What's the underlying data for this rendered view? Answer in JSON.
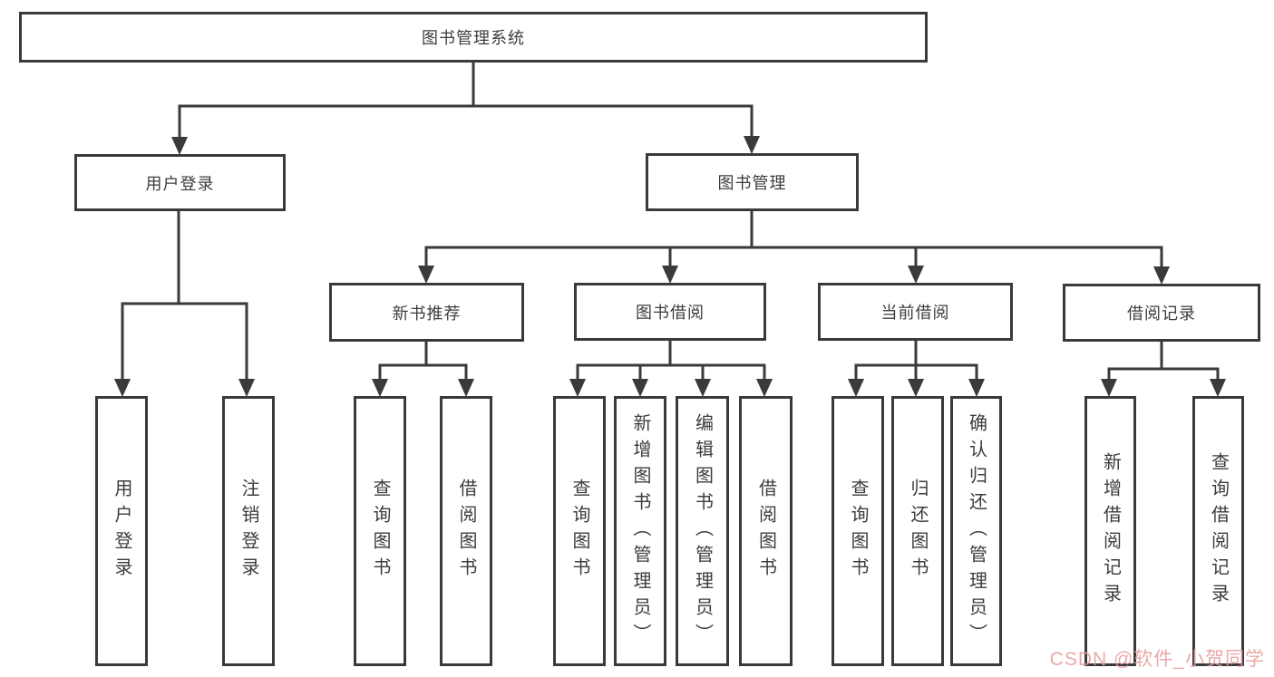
{
  "tree": {
    "label": "图书管理系统",
    "children": [
      {
        "label": "用户登录",
        "children": [
          {
            "label": "用户登录"
          },
          {
            "label": "注销登录"
          }
        ]
      },
      {
        "label": "图书管理",
        "children": [
          {
            "label": "新书推荐",
            "children": [
              {
                "label": "查询图书"
              },
              {
                "label": "借阅图书"
              }
            ]
          },
          {
            "label": "图书借阅",
            "children": [
              {
                "label": "查询图书"
              },
              {
                "label": "新增图书（管理员）"
              },
              {
                "label": "编辑图书（管理员）"
              },
              {
                "label": "借阅图书"
              }
            ]
          },
          {
            "label": "当前借阅",
            "children": [
              {
                "label": "查询图书"
              },
              {
                "label": "归还图书"
              },
              {
                "label": "确认归还（管理员）"
              }
            ]
          },
          {
            "label": "借阅记录",
            "children": [
              {
                "label": "新增借阅记录"
              },
              {
                "label": "查询借阅记录"
              }
            ]
          }
        ]
      }
    ]
  },
  "watermark": {
    "text": "CSDN @软件_小贺同学"
  },
  "colors": {
    "line": "#3a3a3a",
    "text": "#3c3c3e",
    "box_background": "#ffffff",
    "page_background": "#ffffff",
    "watermark": "#e89f9f"
  }
}
